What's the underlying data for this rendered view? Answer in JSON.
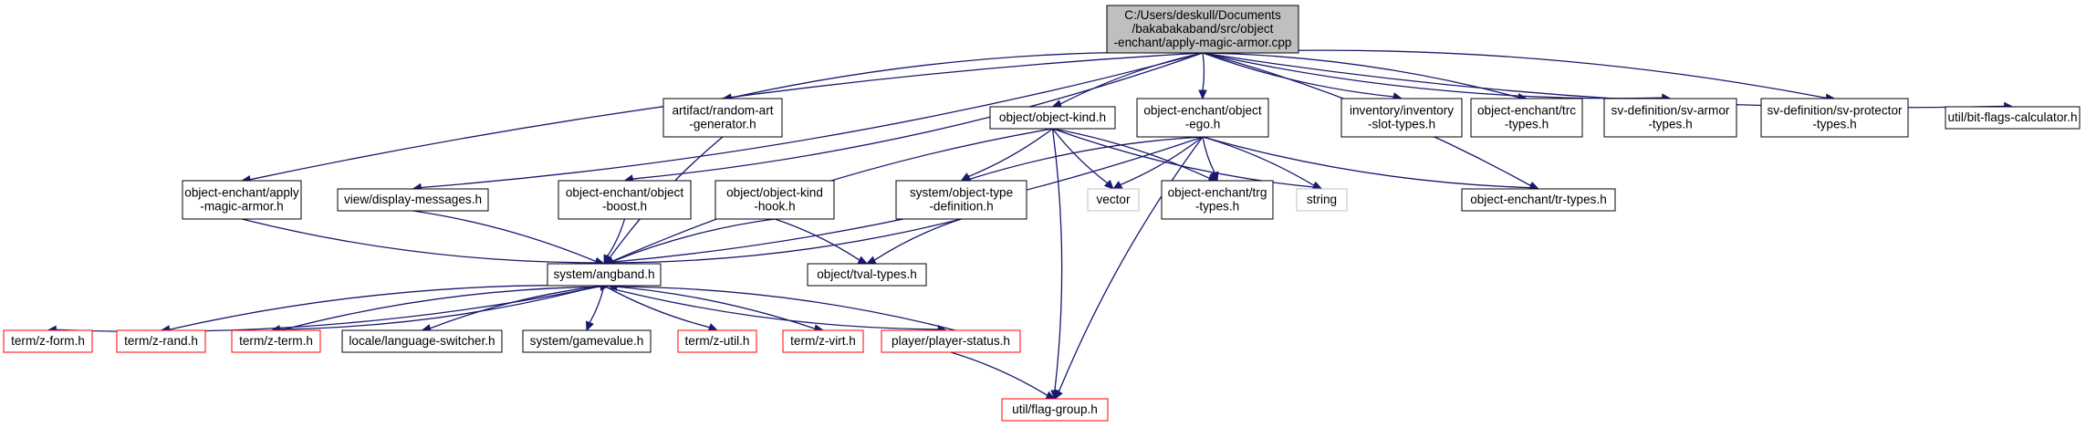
{
  "diagram": {
    "colors": {
      "edge": "#191970",
      "root_fill": "#bfbfbf",
      "normal_border": "#000000",
      "truncated_border": "#ff0000",
      "external_border": "#bfbfbf",
      "node_fill": "#ffffff"
    },
    "nodes": [
      {
        "id": "root",
        "kind": "root",
        "lines": [
          "C:/Users/deskull/Documents",
          "/bakabakaband/src/object",
          "-enchant/apply-magic-armor.cpp"
        ]
      },
      {
        "id": "apply_magic_armor_h",
        "kind": "normal",
        "lines": [
          "object-enchant/apply",
          "-magic-armor.h"
        ]
      },
      {
        "id": "display_messages",
        "kind": "normal",
        "lines": [
          "view/display-messages.h"
        ]
      },
      {
        "id": "random_art",
        "kind": "normal",
        "lines": [
          "artifact/random-art",
          "-generator.h"
        ]
      },
      {
        "id": "object_boost",
        "kind": "normal",
        "lines": [
          "object-enchant/object",
          "-boost.h"
        ]
      },
      {
        "id": "object_kind_hook",
        "kind": "normal",
        "lines": [
          "object/object-kind",
          "-hook.h"
        ]
      },
      {
        "id": "object_kind",
        "kind": "normal",
        "lines": [
          "object/object-kind.h"
        ]
      },
      {
        "id": "object_ego",
        "kind": "normal",
        "lines": [
          "object-enchant/object",
          "-ego.h"
        ]
      },
      {
        "id": "inventory_slot",
        "kind": "normal",
        "lines": [
          "inventory/inventory",
          "-slot-types.h"
        ]
      },
      {
        "id": "trc_types",
        "kind": "normal",
        "lines": [
          "object-enchant/trc",
          "-types.h"
        ]
      },
      {
        "id": "sv_armor",
        "kind": "normal",
        "lines": [
          "sv-definition/sv-armor",
          "-types.h"
        ]
      },
      {
        "id": "sv_protector",
        "kind": "normal",
        "lines": [
          "sv-definition/sv-protector",
          "-types.h"
        ]
      },
      {
        "id": "bit_flags",
        "kind": "normal",
        "lines": [
          "util/bit-flags-calculator.h"
        ]
      },
      {
        "id": "tr_types",
        "kind": "normal",
        "lines": [
          "object-enchant/tr-types.h"
        ]
      },
      {
        "id": "object_type_def",
        "kind": "normal",
        "lines": [
          "system/object-type",
          "-definition.h"
        ]
      },
      {
        "id": "vector",
        "kind": "external",
        "lines": [
          "vector"
        ]
      },
      {
        "id": "trg_types",
        "kind": "normal",
        "lines": [
          "object-enchant/trg",
          "-types.h"
        ]
      },
      {
        "id": "string",
        "kind": "external",
        "lines": [
          "string"
        ]
      },
      {
        "id": "angband",
        "kind": "normal",
        "lines": [
          "system/angband.h"
        ]
      },
      {
        "id": "tval_types",
        "kind": "normal",
        "lines": [
          "object/tval-types.h"
        ]
      },
      {
        "id": "z_form",
        "kind": "truncated",
        "lines": [
          "term/z-form.h"
        ]
      },
      {
        "id": "z_rand",
        "kind": "truncated",
        "lines": [
          "term/z-rand.h"
        ]
      },
      {
        "id": "z_term",
        "kind": "truncated",
        "lines": [
          "term/z-term.h"
        ]
      },
      {
        "id": "language_switcher",
        "kind": "normal",
        "lines": [
          "locale/language-switcher.h"
        ]
      },
      {
        "id": "gamevalue",
        "kind": "normal",
        "lines": [
          "system/gamevalue.h"
        ]
      },
      {
        "id": "z_util",
        "kind": "truncated",
        "lines": [
          "term/z-util.h"
        ]
      },
      {
        "id": "z_virt",
        "kind": "truncated",
        "lines": [
          "term/z-virt.h"
        ]
      },
      {
        "id": "player_status",
        "kind": "truncated",
        "lines": [
          "player/player-status.h"
        ]
      },
      {
        "id": "flag_group",
        "kind": "truncated",
        "lines": [
          "util/flag-group.h"
        ]
      }
    ],
    "edges": [
      [
        "root",
        "apply_magic_armor_h"
      ],
      [
        "root",
        "display_messages"
      ],
      [
        "root",
        "random_art"
      ],
      [
        "root",
        "object_boost"
      ],
      [
        "root",
        "object_kind"
      ],
      [
        "root",
        "object_ego"
      ],
      [
        "root",
        "inventory_slot"
      ],
      [
        "root",
        "trc_types"
      ],
      [
        "root",
        "sv_armor"
      ],
      [
        "root",
        "sv_protector"
      ],
      [
        "root",
        "bit_flags"
      ],
      [
        "root",
        "tr_types"
      ],
      [
        "apply_magic_armor_h",
        "angband"
      ],
      [
        "display_messages",
        "angband"
      ],
      [
        "random_art",
        "angband"
      ],
      [
        "object_boost",
        "angband"
      ],
      [
        "object_kind_hook",
        "angband"
      ],
      [
        "object_kind_hook",
        "tval_types"
      ],
      [
        "object_kind",
        "angband"
      ],
      [
        "object_kind",
        "object_type_def"
      ],
      [
        "object_kind",
        "vector"
      ],
      [
        "object_kind",
        "trg_types"
      ],
      [
        "object_kind",
        "string"
      ],
      [
        "object_kind",
        "flag_group"
      ],
      [
        "object_ego",
        "object_type_def"
      ],
      [
        "object_ego",
        "vector"
      ],
      [
        "object_ego",
        "trg_types"
      ],
      [
        "object_ego",
        "string"
      ],
      [
        "object_ego",
        "tr_types"
      ],
      [
        "object_ego",
        "angband"
      ],
      [
        "object_ego",
        "flag_group"
      ],
      [
        "object_type_def",
        "angband"
      ],
      [
        "object_type_def",
        "tval_types"
      ],
      [
        "angband",
        "z_form"
      ],
      [
        "angband",
        "z_rand"
      ],
      [
        "angband",
        "z_term"
      ],
      [
        "angband",
        "language_switcher"
      ],
      [
        "angband",
        "gamevalue"
      ],
      [
        "angband",
        "z_util"
      ],
      [
        "angband",
        "z_virt"
      ],
      [
        "angband",
        "player_status"
      ],
      [
        "z_term",
        "angband"
      ],
      [
        "player_status",
        "angband"
      ],
      [
        "player_status",
        "flag_group"
      ]
    ]
  }
}
